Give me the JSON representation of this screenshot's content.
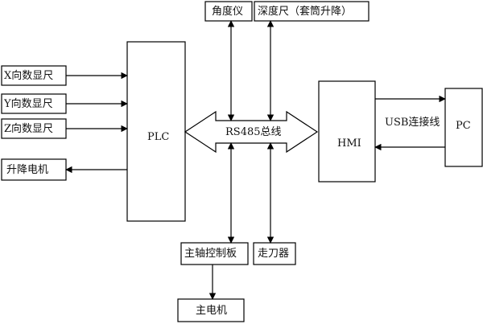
{
  "diagram": {
    "inputs": [
      "X向数显尺",
      "Y向数显尺",
      "Z向数显尺"
    ],
    "output_motor": "升降电机",
    "plc": "PLC",
    "bus": "RS485总线",
    "hmi": "HMI",
    "usb": "USB连接线",
    "pc": "PC",
    "top_devices": [
      "角度仪",
      "深度尺（套筒升降）"
    ],
    "bottom_devices": [
      "主轴控制板",
      "走刀器"
    ],
    "main_motor": "主电机"
  }
}
